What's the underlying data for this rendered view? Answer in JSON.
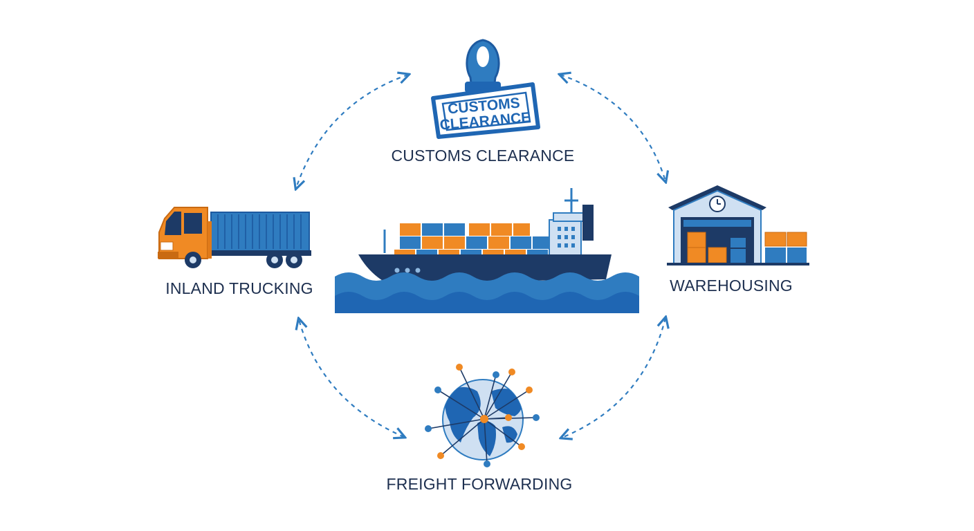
{
  "diagram": {
    "center": {
      "label": ""
    },
    "nodes": {
      "customs": {
        "label": "CUSTOMS CLEARANCE",
        "stamp_line1": "CUSTOMS",
        "stamp_line2": "CLEARANCE",
        "icon": "rubber-stamp-icon"
      },
      "warehousing": {
        "label": "WAREHOUSING",
        "icon": "warehouse-icon"
      },
      "freight": {
        "label": "FREIGHT FORWARDING",
        "icon": "globe-network-icon"
      },
      "trucking": {
        "label": "INLAND TRUCKING",
        "icon": "truck-icon"
      }
    },
    "center_icon": "container-ship-icon",
    "connectors": [
      "customs-warehousing",
      "warehousing-freight",
      "freight-trucking",
      "trucking-customs"
    ],
    "colors": {
      "navy": "#1d3a66",
      "blue": "#2f7cc0",
      "light_blue": "#cfe0f2",
      "orange": "#f08a24"
    }
  }
}
